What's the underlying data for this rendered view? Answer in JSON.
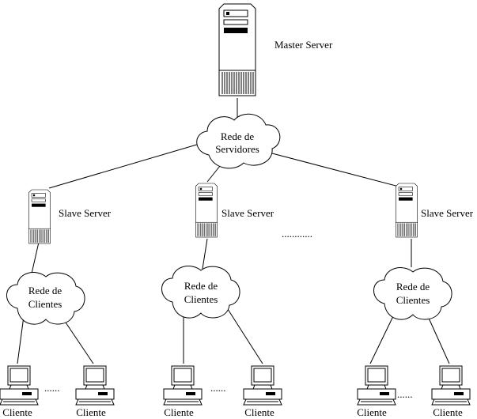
{
  "master": {
    "label": "Master Server"
  },
  "server_net": {
    "line1": "Rede de",
    "line2": "Servidores"
  },
  "slaves": [
    {
      "label": "Slave Server"
    },
    {
      "label": "Slave Server"
    },
    {
      "label": "Slave Server"
    }
  ],
  "client_nets": [
    {
      "line1": "Rede de",
      "line2": "Clientes"
    },
    {
      "line1": "Rede de",
      "line2": "Clientes"
    },
    {
      "line1": "Rede de",
      "line2": "Clientes"
    }
  ],
  "clients": [
    {
      "label": "Cliente"
    },
    {
      "label": "Cliente"
    },
    {
      "label": "Cliente"
    },
    {
      "label": "Cliente"
    },
    {
      "label": "Cliente"
    },
    {
      "label": "Cliente"
    }
  ],
  "ellipsis": {
    "slaves": "............",
    "clients": "......"
  }
}
